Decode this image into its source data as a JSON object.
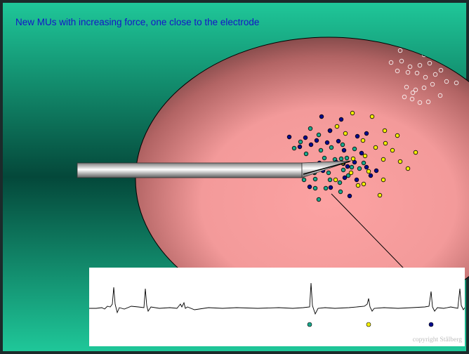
{
  "slide": {
    "title": "New  MUs with increasing force, one close to the electrode",
    "copyright": "copyright Stålberg",
    "colors": {
      "background_light": "#1fc799",
      "background_dark": "#04483a",
      "muscle_light": "#fa9e9e",
      "muscle_dark": "#7a4545",
      "title_text": "#1414c8",
      "mu_teal": "#1aa78b",
      "mu_navy": "#000a8c",
      "mu_yellow": "#f4f000",
      "mu_white_outline": "#ffffff"
    },
    "icons": [
      "needle-electrode",
      "motor-unit-fibers",
      "emg-trace",
      "arrow-to-potential"
    ]
  }
}
